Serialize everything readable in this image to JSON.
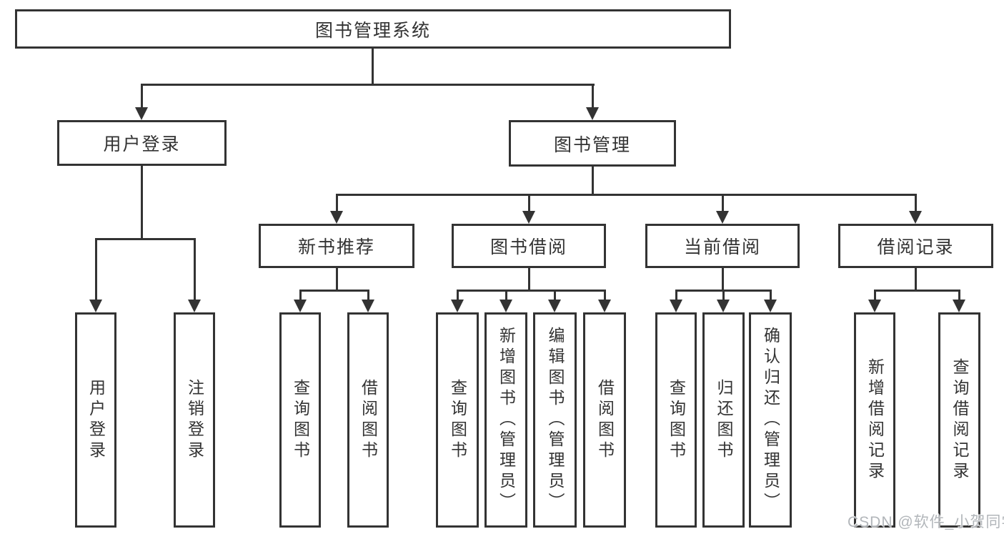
{
  "tree": {
    "label": "图书管理系统",
    "children": [
      {
        "label": "用户登录",
        "children": [
          {
            "label": "用户登录"
          },
          {
            "label": "注销登录"
          }
        ]
      },
      {
        "label": "图书管理",
        "children": [
          {
            "label": "新书推荐",
            "children": [
              {
                "label": "查询图书"
              },
              {
                "label": "借阅图书"
              }
            ]
          },
          {
            "label": "图书借阅",
            "children": [
              {
                "label": "查询图书"
              },
              {
                "label": "新增图书（管理员）"
              },
              {
                "label": "编辑图书（管理员）"
              },
              {
                "label": "借阅图书"
              }
            ]
          },
          {
            "label": "当前借阅",
            "children": [
              {
                "label": "查询图书"
              },
              {
                "label": "归还图书"
              },
              {
                "label": "确认归还（管理员）"
              }
            ]
          },
          {
            "label": "借阅记录",
            "children": [
              {
                "label": "新增借阅记录"
              },
              {
                "label": "查询借阅记录"
              }
            ]
          }
        ]
      }
    ]
  },
  "watermark": {
    "text": "CSDN @软件_小贺同学"
  },
  "colors": {
    "line": "#333333",
    "text": "#333333",
    "background": "#ffffff",
    "watermark": "#b2b6ba"
  }
}
